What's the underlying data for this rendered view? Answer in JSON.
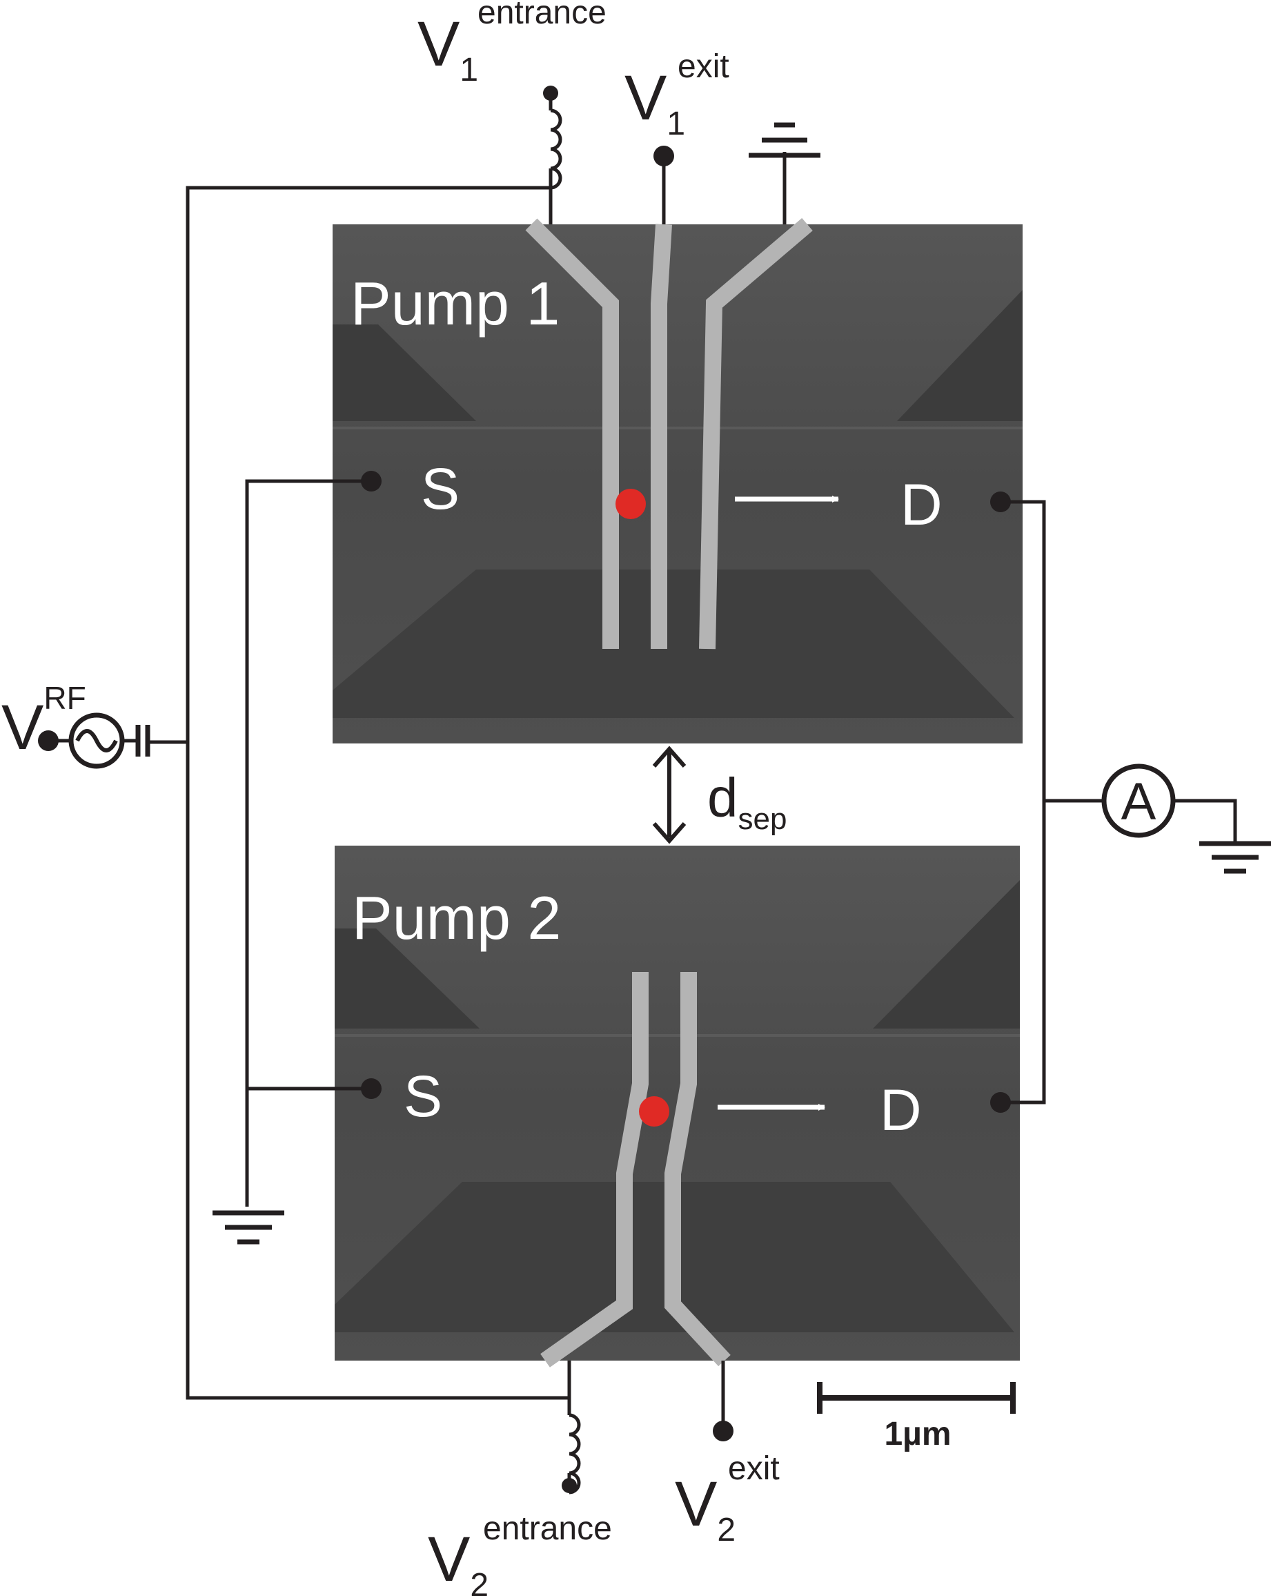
{
  "pumps": [
    {
      "title": "Pump 1",
      "source": "S",
      "drain": "D"
    },
    {
      "title": "Pump 2",
      "source": "S",
      "drain": "D"
    }
  ],
  "terminals": {
    "v1_entrance": {
      "base": "V",
      "sub": "1",
      "sup": "entrance"
    },
    "v1_exit": {
      "base": "V",
      "sub": "1",
      "sup": "exit"
    },
    "v2_entrance": {
      "base": "V",
      "sub": "2",
      "sup": "entrance"
    },
    "v2_exit": {
      "base": "V",
      "sub": "2",
      "sup": "exit"
    },
    "vrf": {
      "base": "V",
      "sup": "RF"
    }
  },
  "separation": {
    "base": "d",
    "sub": "sep"
  },
  "ammeter": {
    "symbol": "A"
  },
  "scale_bar": {
    "label": "1µm"
  },
  "colors": {
    "wire": "#231f20",
    "sem_background": "#4b4b4b",
    "gate": "#b4b4b4",
    "dot": "#e02a25",
    "label_light": "#ffffff"
  }
}
